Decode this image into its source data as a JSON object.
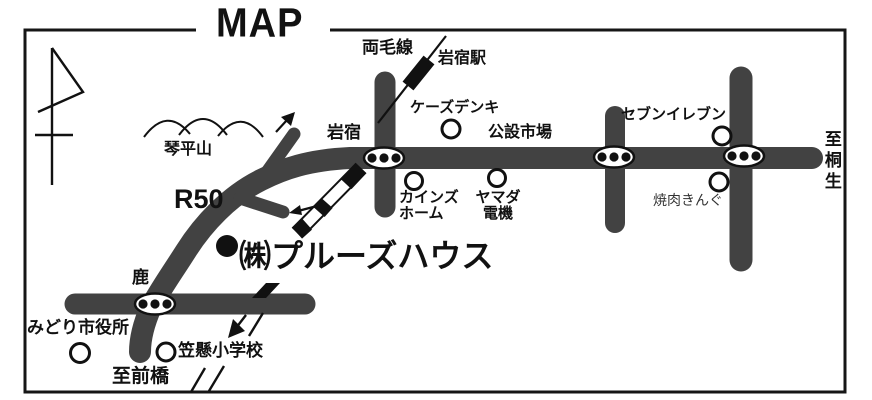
{
  "title": "MAP",
  "colors": {
    "road": "#424242",
    "ink": "#111111",
    "background": "#ffffff"
  },
  "labels": {
    "ryomo_line": "両毛線",
    "iwajuku_station": "岩宿駅",
    "ks_denki": "ケーズデンキ",
    "kosetsu_ichiba": "公設市場",
    "seven_eleven": "セブンイレブン",
    "to_kiryu": "至桐生",
    "iwajuku": "岩宿",
    "cainz_line1": "カインズ",
    "cainz_line2": "ホーム",
    "yamada_line1": "ヤマダ",
    "yamada_line2": "電機",
    "yakiniku_king": "焼肉きんぐ",
    "kotohira_yama": "琴平山",
    "route_50": "R50",
    "company": "㈱プルーズハウス",
    "shika": "鹿",
    "midori_city_hall": "みどり市役所",
    "kasakake_elementary": "笠懸小学校",
    "to_maebashi": "至前橋"
  }
}
